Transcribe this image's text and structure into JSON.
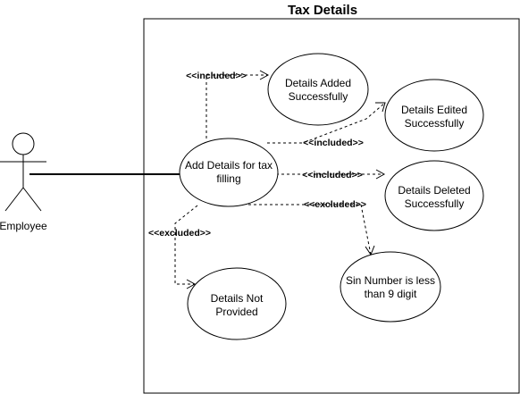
{
  "diagram": {
    "title": "Tax Details",
    "actor": {
      "label": "Employee"
    },
    "use_cases": {
      "add": [
        "Add Details for tax",
        "filling"
      ],
      "added": [
        "Details Added",
        "Successfully"
      ],
      "edited": [
        "Details Edited",
        "Successfully"
      ],
      "deleted": [
        "Details Deleted",
        "Successfully"
      ],
      "sin": [
        "Sin Number is less",
        "than 9 digit"
      ],
      "not_provided": [
        "Details Not",
        "Provided"
      ]
    },
    "relations": {
      "included_added": "<<included>>",
      "included_edited": "<<included>>",
      "included_deleted": "<<included>>",
      "excluded_sin": "<<excluded>>",
      "excluded_not_provided": "<<excluded>>"
    }
  }
}
